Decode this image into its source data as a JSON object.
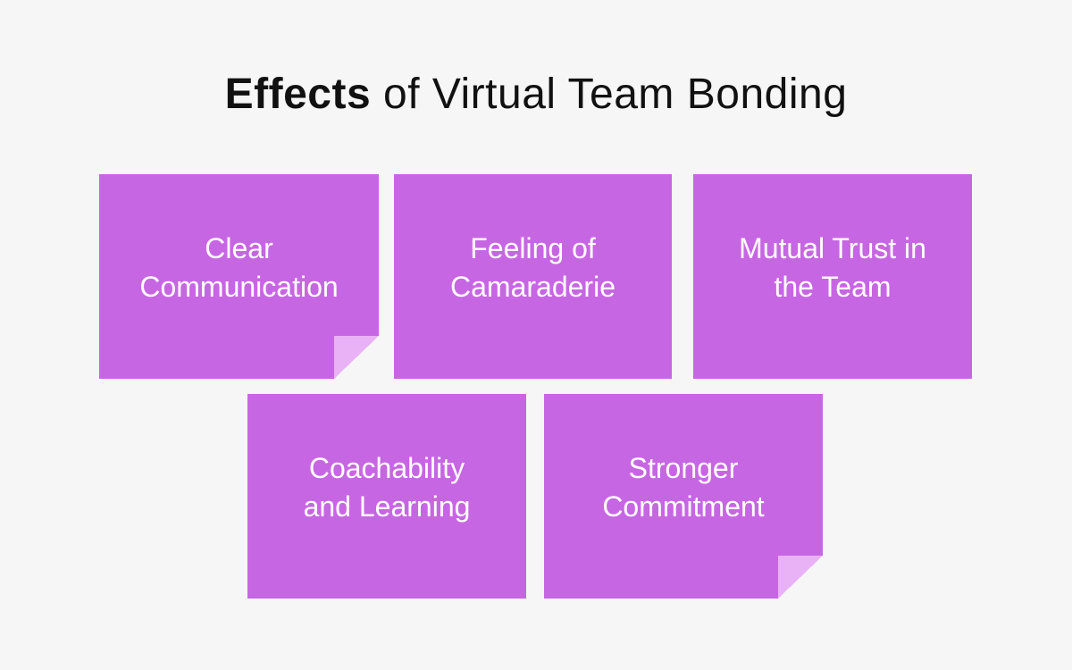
{
  "title": {
    "bold": "Effects",
    "rest": " of Virtual Team Bonding"
  },
  "cards": [
    {
      "line1": "Clear",
      "line2": "Communication",
      "folded": true
    },
    {
      "line1": "Feeling of",
      "line2": "Camaraderie",
      "folded": false
    },
    {
      "line1": "Mutual Trust in",
      "line2": "the Team",
      "folded": false
    },
    {
      "line1": "Coachability",
      "line2": "and Learning",
      "folded": false
    },
    {
      "line1": "Stronger",
      "line2": "Commitment",
      "folded": true
    }
  ],
  "colors": {
    "card": "#c766e3",
    "fold": "#e9b2f6",
    "background": "#f6f6f6"
  }
}
